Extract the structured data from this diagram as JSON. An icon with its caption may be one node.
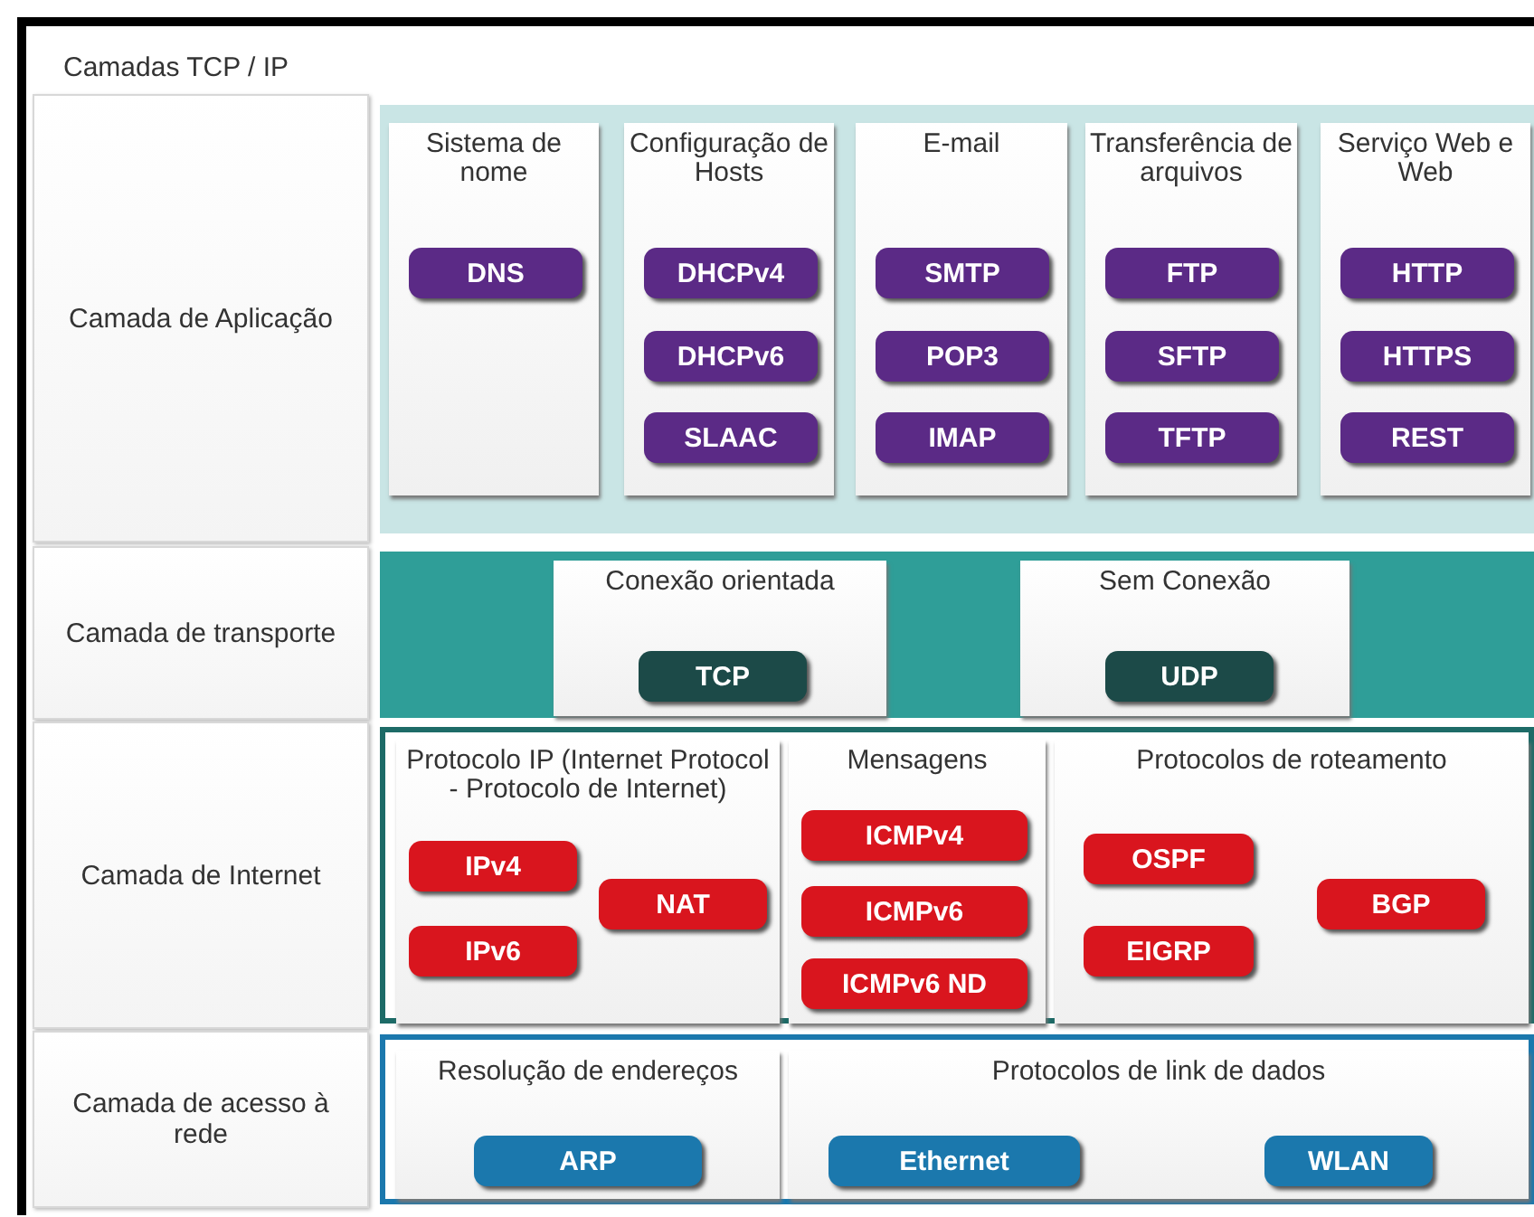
{
  "diagram": {
    "title": "Camadas TCP / IP",
    "nodes": [
      {
        "text": [
          "Camada de Aplicação"
        ]
      },
      {
        "text": [],
        "shape": "box"
      },
      {
        "text": [
          "Sistema de nome"
        ],
        "in": 1
      },
      {
        "text": [
          "DNS"
        ],
        "in": 2
      },
      {
        "text": [
          "Configuração de Hosts"
        ],
        "in": 1
      },
      {
        "text": [
          "DHCPv4"
        ],
        "in": 4
      },
      {
        "text": [
          "DHCPv6"
        ],
        "in": 4
      },
      {
        "text": [
          "SLAAC"
        ],
        "in": 4
      },
      {
        "text": [
          "E-mail"
        ],
        "in": 1
      },
      {
        "text": [
          "SMTP"
        ],
        "in": 8
      },
      {
        "text": [
          "POP3"
        ],
        "in": 8
      },
      {
        "text": [
          "IMAP"
        ],
        "in": 8
      },
      {
        "text": [
          "Transferência de arquivos"
        ],
        "in": 1
      },
      {
        "text": [
          "FTP"
        ],
        "in": 12
      },
      {
        "text": [
          "SFTP"
        ],
        "in": 12
      },
      {
        "text": [
          "TFTP"
        ],
        "in": 12
      },
      {
        "text": [
          "Serviço Web e Web"
        ],
        "in": 1
      },
      {
        "text": [
          "HTTP"
        ],
        "in": 16
      },
      {
        "text": [
          "HTTPS"
        ],
        "in": 16
      },
      {
        "text": [
          "REST"
        ],
        "in": 16
      },
      {
        "text": [
          "Camada de transporte"
        ]
      },
      {
        "text": [],
        "shape": "box"
      },
      {
        "text": [
          "Conexão orientada"
        ],
        "in": 21
      },
      {
        "text": [
          "TCP"
        ],
        "in": 22
      },
      {
        "text": [
          "Sem Conexão"
        ],
        "in": 21
      },
      {
        "text": [
          "UDP"
        ],
        "in": 24
      },
      {
        "text": [
          "Camada de Internet"
        ]
      },
      {
        "text": [],
        "shape": "box"
      },
      {
        "text": [
          "Protocolo IP (Internet Protocol - Protocolo de Internet)"
        ],
        "in": 27
      },
      {
        "text": [
          "IPv4"
        ],
        "in": 28
      },
      {
        "text": [
          "NAT"
        ],
        "in": 28
      },
      {
        "text": [
          "IPv6"
        ],
        "in": 28
      },
      {
        "text": [
          "Mensagens"
        ],
        "in": 27
      },
      {
        "text": [
          "ICMPv4"
        ],
        "in": 32
      },
      {
        "text": [
          "ICMPv6"
        ],
        "in": 32
      },
      {
        "text": [
          "ICMPv6 ND"
        ],
        "in": 32
      },
      {
        "text": [
          "Protocolos de roteamento"
        ],
        "in": 27
      },
      {
        "text": [
          "OSPF"
        ],
        "in": 36
      },
      {
        "text": [
          "BGP"
        ],
        "in": 36
      },
      {
        "text": [
          "EIGRP"
        ],
        "in": 36
      },
      {
        "text": [
          "Camada de acesso à rede"
        ]
      },
      {
        "text": [],
        "shape": "box"
      },
      {
        "text": [
          "Resolução de endereços"
        ],
        "in": 41
      },
      {
        "text": [
          "ARP"
        ],
        "in": 42
      },
      {
        "text": [
          "Protocolos de link de dados"
        ],
        "in": 41
      },
      {
        "text": [
          "Ethernet"
        ],
        "in": 44
      },
      {
        "text": [
          "WLAN"
        ],
        "in": 44
      }
    ]
  }
}
